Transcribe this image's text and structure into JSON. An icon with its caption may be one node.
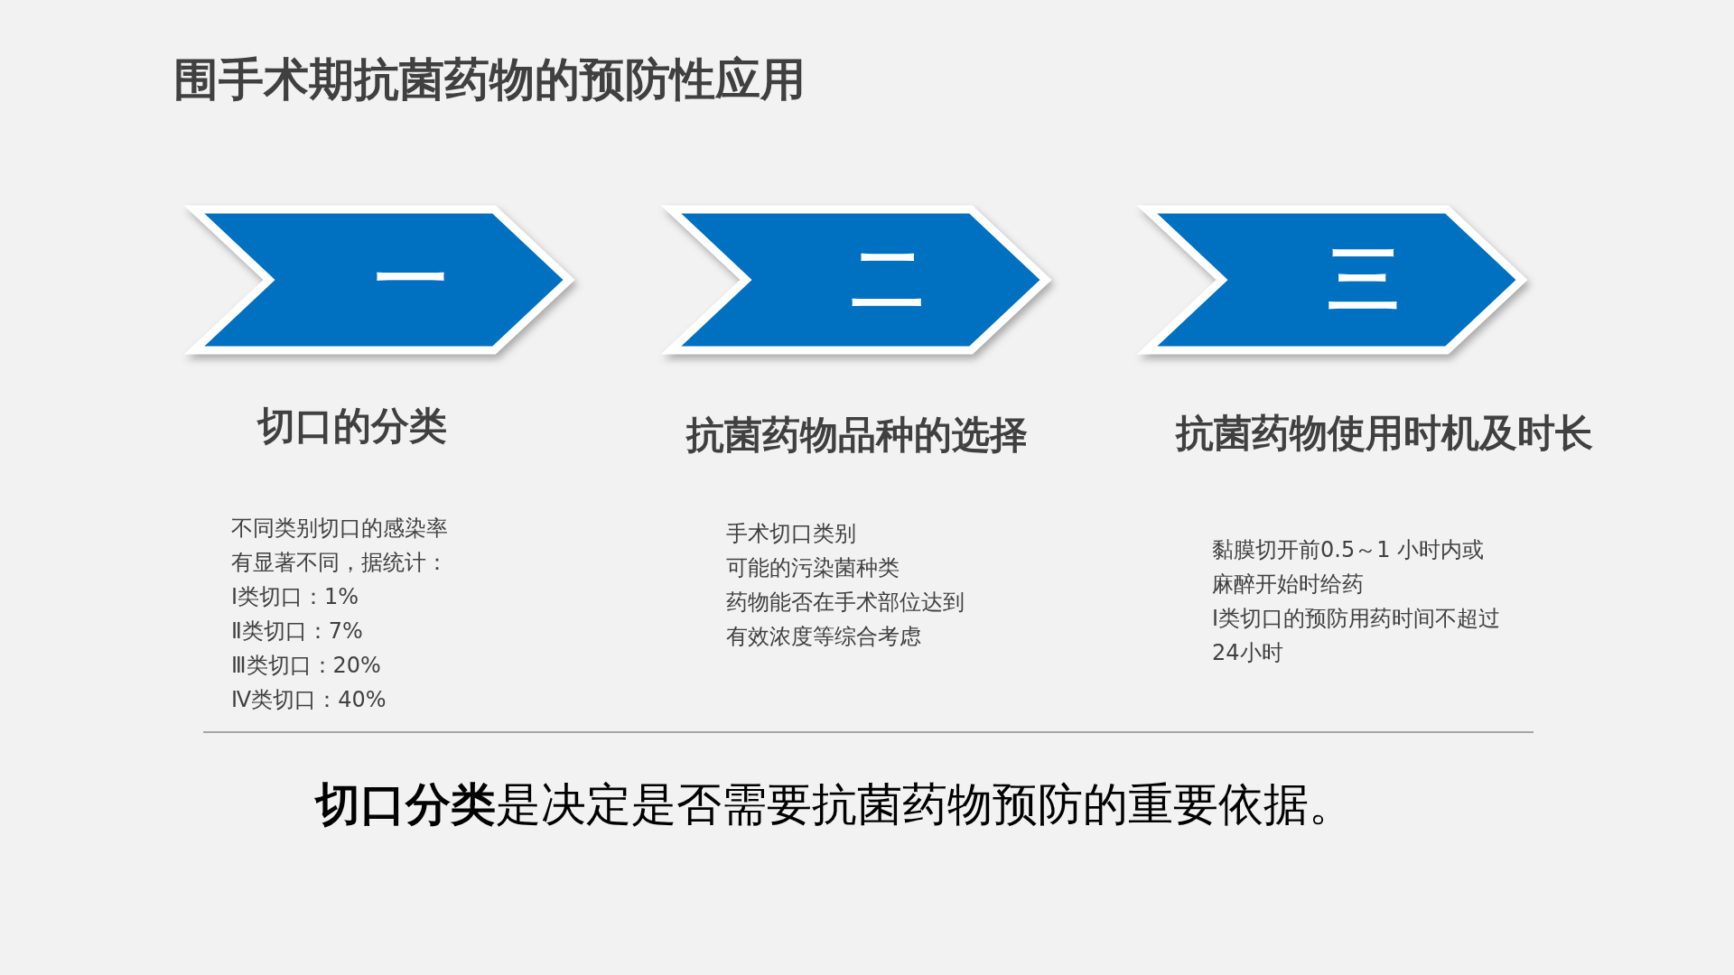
{
  "diagram": {
    "title": "围手术期抗菌药物的预防性应用",
    "nodes": [
      {
        "text": [
          "一"
        ],
        "beside": [
          "切口的分类",
          "不同类别切口的感染率有显著不同，据统计：",
          "Ⅰ类切口：1%",
          "Ⅱ类切口：7%",
          "Ⅲ类切口：20%",
          "Ⅳ类切口：40%"
        ]
      },
      {
        "text": [
          "二"
        ],
        "beside": [
          "抗菌药物品种的选择",
          "手术切口类别",
          "可能的污染菌种类",
          "药物能否在手术部位达到有效浓度等综合考虑"
        ]
      },
      {
        "text": [
          "三"
        ],
        "beside": [
          "抗菌药物使用时机及时长",
          "黏膜切开前0.5～1 小时内或麻醉开始时给药",
          "Ⅰ类切口的预防用药时间不超过24小时"
        ]
      }
    ],
    "edges": [],
    "labels": [
      "**切口分类**是决定是否需要抗菌药物预防的重要依据。"
    ]
  }
}
